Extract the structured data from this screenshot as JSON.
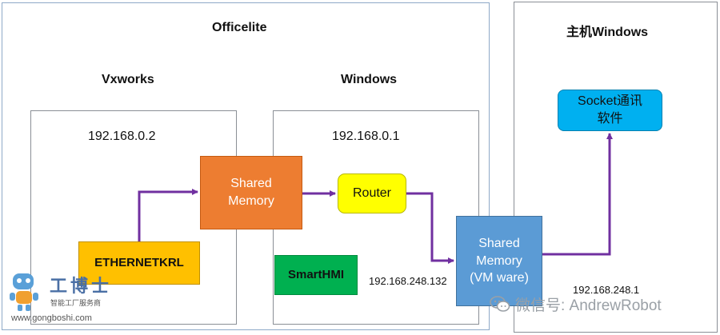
{
  "officelite": {
    "title": "Officelite",
    "vxworks": {
      "title": "Vxworks",
      "ip": "192.168.0.2",
      "module": "ETHERNETKRL"
    },
    "windows": {
      "title": "Windows",
      "ip": "192.168.0.1",
      "router": "Router",
      "hmi": "SmartHMI"
    },
    "shared_memory": {
      "line1": "Shared",
      "line2": "Memory"
    }
  },
  "host": {
    "title": "主机Windows",
    "socket": {
      "line1": "Socket通讯",
      "line2": "软件"
    },
    "ip": "192.168.248.1"
  },
  "vm_memory": {
    "line1": "Shared",
    "line2": "Memory",
    "line3": "(VM ware)"
  },
  "vm_ip": "192.168.248.132",
  "watermarks": {
    "logo_text": "工博士",
    "logo_sub": "智能工厂服务商",
    "logo_url": "www.gongboshi.com",
    "wechat": "微信号: AndrewRobot"
  },
  "colors": {
    "shared_memory": "#ed7d31",
    "vm_memory": "#5b9bd5",
    "router": "#ffff00",
    "ethernetkrl": "#ffc000",
    "smarthmi": "#00b050",
    "socket": "#00b0f0",
    "arrow": "#7030a0"
  }
}
